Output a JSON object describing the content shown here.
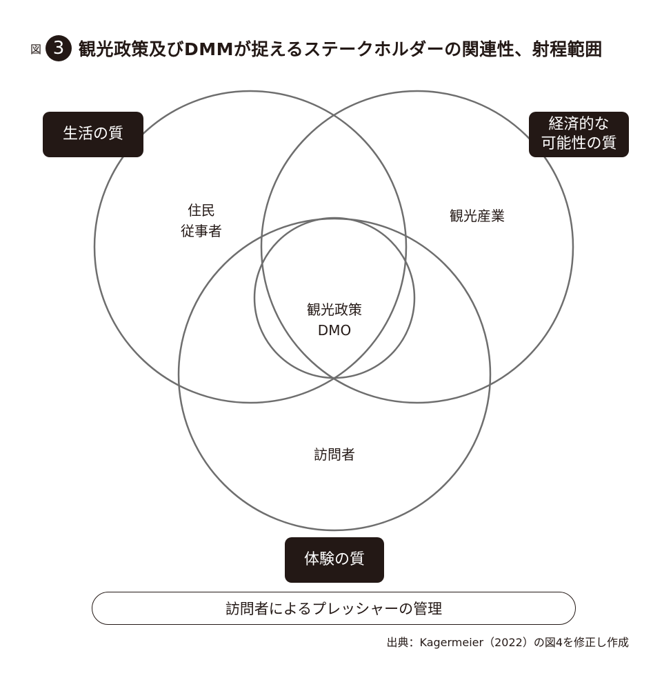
{
  "header": {
    "figure_label": "図",
    "figure_number": "3",
    "title": "観光政策及びDMMが捉えるステークホルダーの関連性、射程範囲"
  },
  "quality_labels": {
    "life": "生活の質",
    "economic": "経済的な\n可能性の質",
    "experience": "体験の質"
  },
  "regions": {
    "residents": "住民\n従事者",
    "tourism_industry": "観光産業",
    "center": "観光政策\nDMO",
    "visitors": "訪問者"
  },
  "pressure_box": "訪問者によるプレッシャーの管理",
  "source": "出典：Kagermeier（2022）の図4を修正し作成",
  "colors": {
    "dark": "#231815",
    "circle_stroke": "#6e6e6e",
    "background": "#ffffff"
  }
}
